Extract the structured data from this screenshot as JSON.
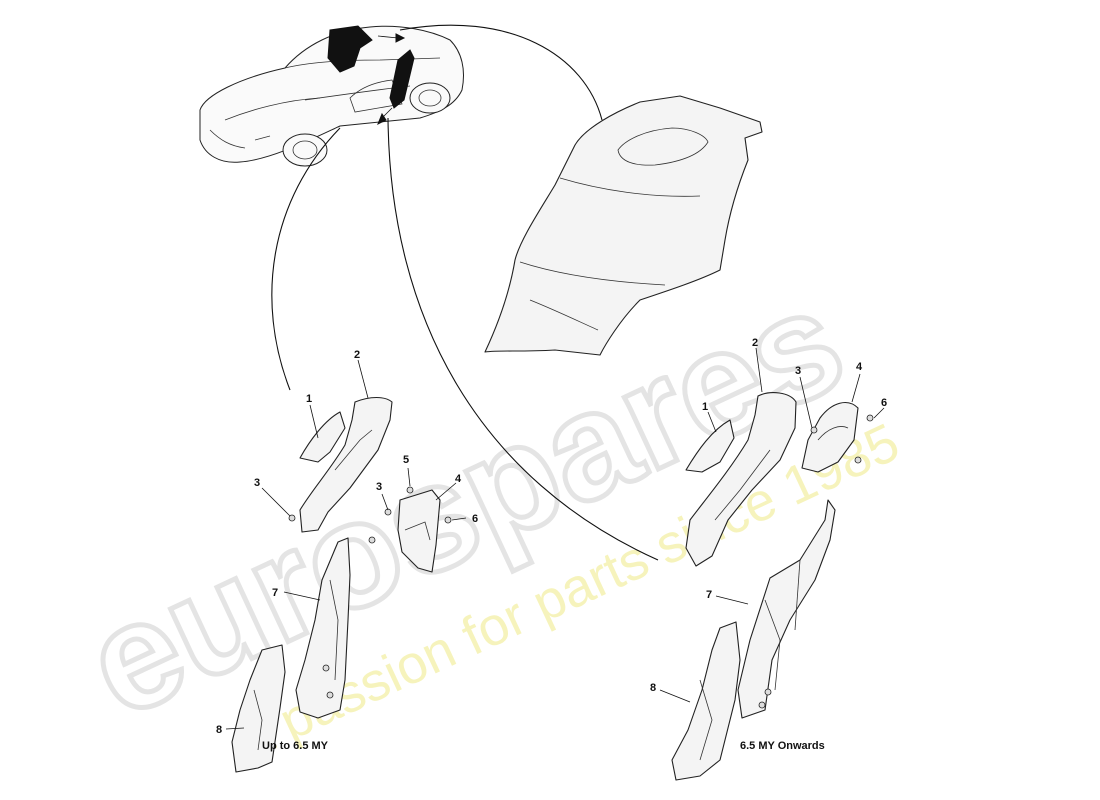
{
  "watermark": {
    "brand": "eurospares",
    "tagline": "a passion for parts since 1985"
  },
  "colors": {
    "line": "#111111",
    "part_fill": "#f4f4f4",
    "watermark_grey": "#e4e4e4",
    "watermark_yellow": "#f3f0a6"
  },
  "icons": {
    "car": "car-illustration",
    "highlight": "highlighted-location-marker"
  },
  "left_group": {
    "caption": "Up to 6.5 MY",
    "callouts": {
      "c1": "1",
      "c2": "2",
      "c3a": "3",
      "c3b": "3",
      "c4": "4",
      "c5": "5",
      "c6": "6",
      "c7": "7",
      "c8": "8"
    }
  },
  "right_group": {
    "caption": "6.5 MY Onwards",
    "callouts": {
      "c1": "1",
      "c2": "2",
      "c3": "3",
      "c4": "4",
      "c6": "6",
      "c7": "7",
      "c8": "8"
    }
  }
}
